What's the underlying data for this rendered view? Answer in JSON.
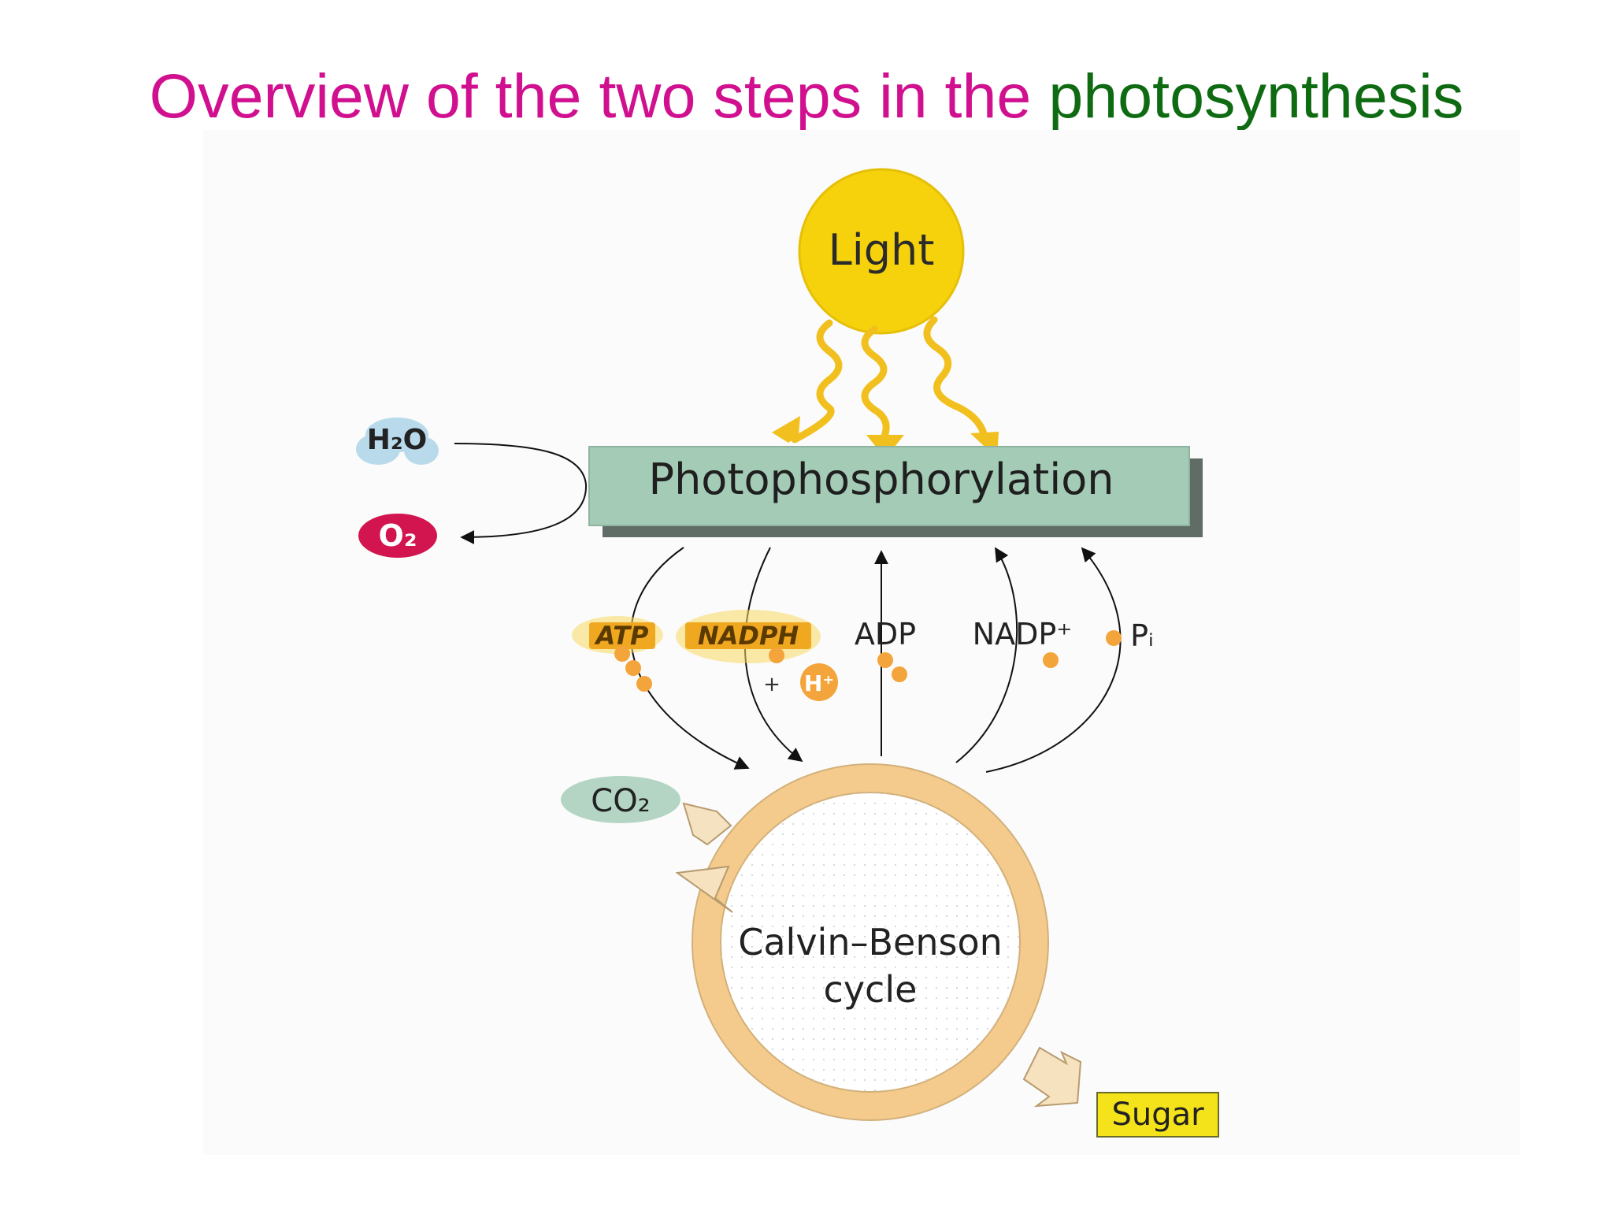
{
  "title": {
    "main": "Overview of the two steps in the",
    "accent": "photosynthesis"
  },
  "colors": {
    "title_main": "#d0108f",
    "title_accent": "#0e6b12",
    "sun": "#f5d20c",
    "light_rays": "#f2c01e",
    "box_fill": "#a3cbb5",
    "box_shadow": "#5f6d66",
    "cycle_ring": "#f4cb8c",
    "o2": "#d2144f",
    "h2o": "#b9daea",
    "co2": "#b4d5c4",
    "sugar": "#f4e21a",
    "orange_dot": "#f3a43b"
  },
  "diagram": {
    "light_label": "Light",
    "process_label": "Photophosphorylation",
    "water_label": "H₂O",
    "oxygen_label": "O₂",
    "atp_label": "ATP",
    "nadph_label": "NADPH",
    "adp_label": "ADP",
    "nadp_label": "NADP⁺",
    "pi_label": "Pᵢ",
    "plus_label": "+",
    "hplus_label": "H⁺",
    "co2_label": "CO₂",
    "cycle_label_line1": "Calvin–Benson",
    "cycle_label_line2": "cycle",
    "sugar_label": "Sugar"
  }
}
